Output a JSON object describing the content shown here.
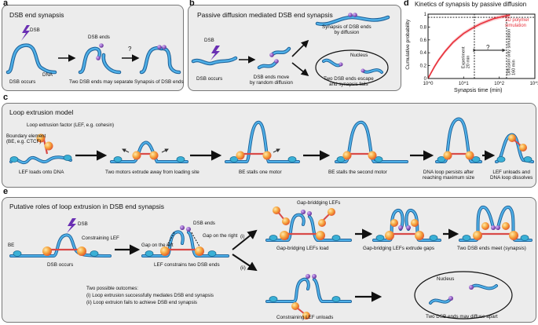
{
  "panel_a": {
    "letter": "a",
    "title": "DSB end synapsis",
    "dsb": "DSB",
    "dna": "DNA",
    "dsb_ends": "DSB ends",
    "question": "?",
    "captions": [
      "DSB occurs",
      "Two DSB ends may separate",
      "Synapsis of DSB ends"
    ]
  },
  "panel_b": {
    "letter": "b",
    "title": "Passive diffusion mediated DSB end synapsis",
    "dsb": "DSB",
    "captions": [
      "DSB occurs",
      "DSB ends move\nby random diffusion"
    ],
    "synapsis": "Synapsis of DSB ends\nby diffusion",
    "nucleus": "Nucleus",
    "fail": "Two DSB ends escape\nand synapsis fails"
  },
  "panel_d": {
    "letter": "d",
    "title": "Kinetics of synapsis by passive diffusion",
    "legend": "3D polymer\nsimulation",
    "experiment": "Experiment\n20 min",
    "diffusion_only": "Diffusion only simulation\n160 min",
    "question": "?"
  },
  "chart_data": {
    "type": "line",
    "title": "Kinetics of synapsis by passive diffusion",
    "xlabel": "Synapsis time (min)",
    "ylabel": "Cumulative probability",
    "xscale": "log",
    "xlim": [
      1,
      1000
    ],
    "ylim": [
      0,
      1
    ],
    "x_ticks": [
      "10^0",
      "10^1",
      "10^2",
      "10^3"
    ],
    "y_ticks": [
      "0",
      "0.2",
      "0.4",
      "0.6",
      "0.8",
      "1"
    ],
    "series": [
      {
        "name": "3D polymer simulation",
        "color": "#e8303a",
        "x": [
          1,
          1.5,
          2,
          3,
          5,
          7,
          10,
          15,
          20,
          30,
          50,
          70,
          100,
          130,
          160,
          200
        ],
        "y": [
          0.0,
          0.18,
          0.29,
          0.42,
          0.56,
          0.63,
          0.7,
          0.76,
          0.8,
          0.85,
          0.9,
          0.93,
          0.95,
          0.965,
          0.975,
          0.985
        ]
      }
    ],
    "reference_lines": [
      {
        "axis": "x",
        "value": 20,
        "label": "Experiment 20 min"
      },
      {
        "axis": "x",
        "value": 160,
        "label": "Diffusion only simulation 160 min"
      },
      {
        "axis": "y",
        "value": 0.95
      }
    ]
  },
  "panel_c": {
    "letter": "c",
    "title": "Loop extrusion model",
    "lef_label": "Loop extrusion factor (LEF, e.g. cohesin)",
    "be_label": "Boundary element\n(BE, e.g. CTCF)",
    "captions": [
      "LEF loads onto DNA",
      "Two motors extrude away from loading site",
      "BE stalls one motor",
      "BE stalls the second motor",
      "DNA loop persists after\nreaching maximum size",
      "LEF unloads and\nDNA loop dissolves"
    ]
  },
  "panel_e": {
    "letter": "e",
    "title": "Putative roles of loop extrusion in DSB end synapsis",
    "dsb": "DSB",
    "be": "BE",
    "constraining_lef": "Constraining LEF",
    "dsb_ends": "DSB ends",
    "gap_left": "Gap on the left",
    "gap_right": "Gap on the right",
    "gap_bridging": "Gap-briddging LEFs",
    "route_i": "(i)",
    "route_ii": "(ii)",
    "captions": [
      "DSB occurs",
      "LEF constrains two DSB ends",
      "Gap-bridging LEFs load",
      "Gap-bridging LEFs extrude gaps",
      "Two DSB ends meet (synapsis)",
      "Constraining LEF unloads",
      "Two DSB ends may diffuse apart"
    ],
    "nucleus": "Nucleus",
    "outcomes_title": "Two possible outcomes:",
    "outcome_i": "(i) Loop extrusion successfully mediates DSB end synapsis",
    "outcome_ii": "(ii) Loop extruion fails to achieve DSB end synapsis"
  },
  "colors": {
    "dna": "#2b86c5",
    "lef": "#f2a23a",
    "be": "#2a8fb5",
    "dsb_end": "#7b3fb0",
    "simulation": "#e8303a",
    "panel_bg": "#ececec"
  }
}
